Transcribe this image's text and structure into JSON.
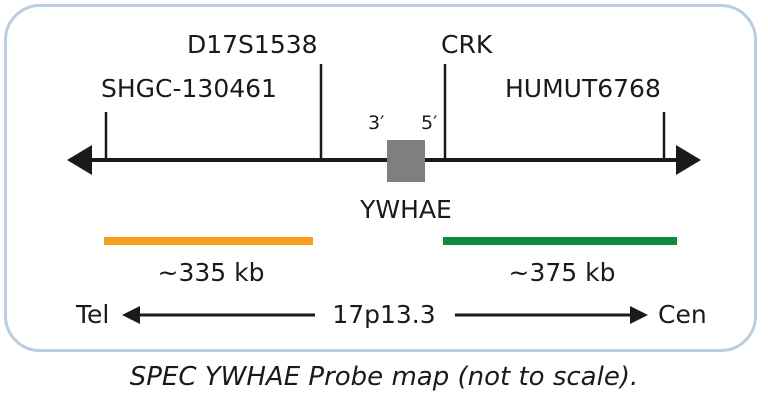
{
  "markers": [
    {
      "name": "SHGC-130461"
    },
    {
      "name": "D17S1538"
    },
    {
      "name": "CRK"
    },
    {
      "name": "HUMUT6768"
    }
  ],
  "gene": {
    "name": "YWHAE",
    "end_left": "3′",
    "end_right": "5′",
    "color": "#7f7f7f"
  },
  "probes": [
    {
      "size": "~335 kb",
      "color": "#f5a01a"
    },
    {
      "size": "~375 kb",
      "color": "#0d8a3c"
    }
  ],
  "orientation": {
    "left": "Tel",
    "band": "17p13.3",
    "right": "Cen"
  },
  "caption": "SPEC YWHAE Probe map (not to scale).",
  "colors": {
    "frame": "#b9cde3",
    "line": "#1a1a1a"
  }
}
